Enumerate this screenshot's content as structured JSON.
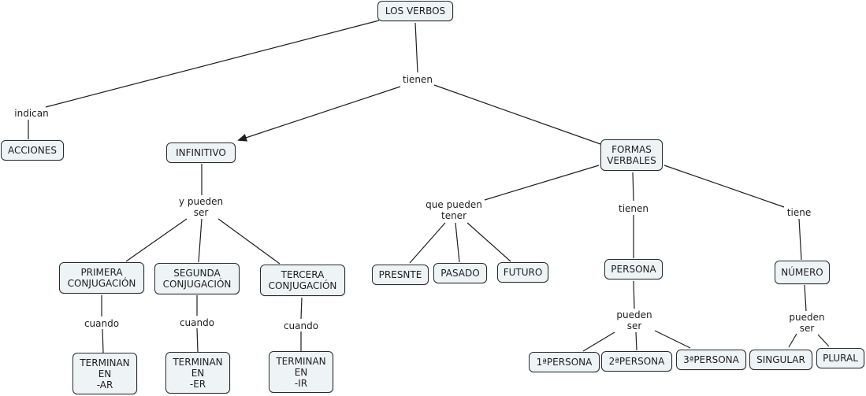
{
  "concept_map": {
    "nodes": {
      "los_verbos": "LOS VERBOS",
      "acciones": "ACCIONES",
      "infinitivo": "INFINITIVO",
      "formas_verbales": "FORMAS\nVERBALES",
      "primera": "PRIMERA\nCONJUGACIÓN",
      "segunda": "SEGUNDA\nCONJUGACIÓN",
      "tercera": "TERCERA\nCONJUGACIÓN",
      "term_ar": "TERMINAN\nEN\n-AR",
      "term_er": "TERMINAN\nEN\n-ER",
      "term_ir": "TERMINAN\nEN\n-IR",
      "presnte": "PRESNTE",
      "pasado": "PASADO",
      "futuro": "FUTURO",
      "persona": "PERSONA",
      "numero": "NÚMERO",
      "p1": "1ªPERSONA",
      "p2": "2ªPERSONA",
      "p3": "3ªPERSONA",
      "singular": "SINGULAR",
      "plural": "PLURAL"
    },
    "links": {
      "indican": "indican",
      "tienen_main": "tienen",
      "y_pueden_ser": "y pueden\nser",
      "cuando_1": "cuando",
      "cuando_2": "cuando",
      "cuando_3": "cuando",
      "que_pueden_tener": "que pueden\ntener",
      "tienen_formas": "tienen",
      "tiene": "tiene",
      "pueden_ser_persona": "pueden\nser",
      "pueden_ser_numero": "pueden\nser"
    },
    "line_color": "#1e1e1e",
    "node_fill": "#eef3f5"
  }
}
